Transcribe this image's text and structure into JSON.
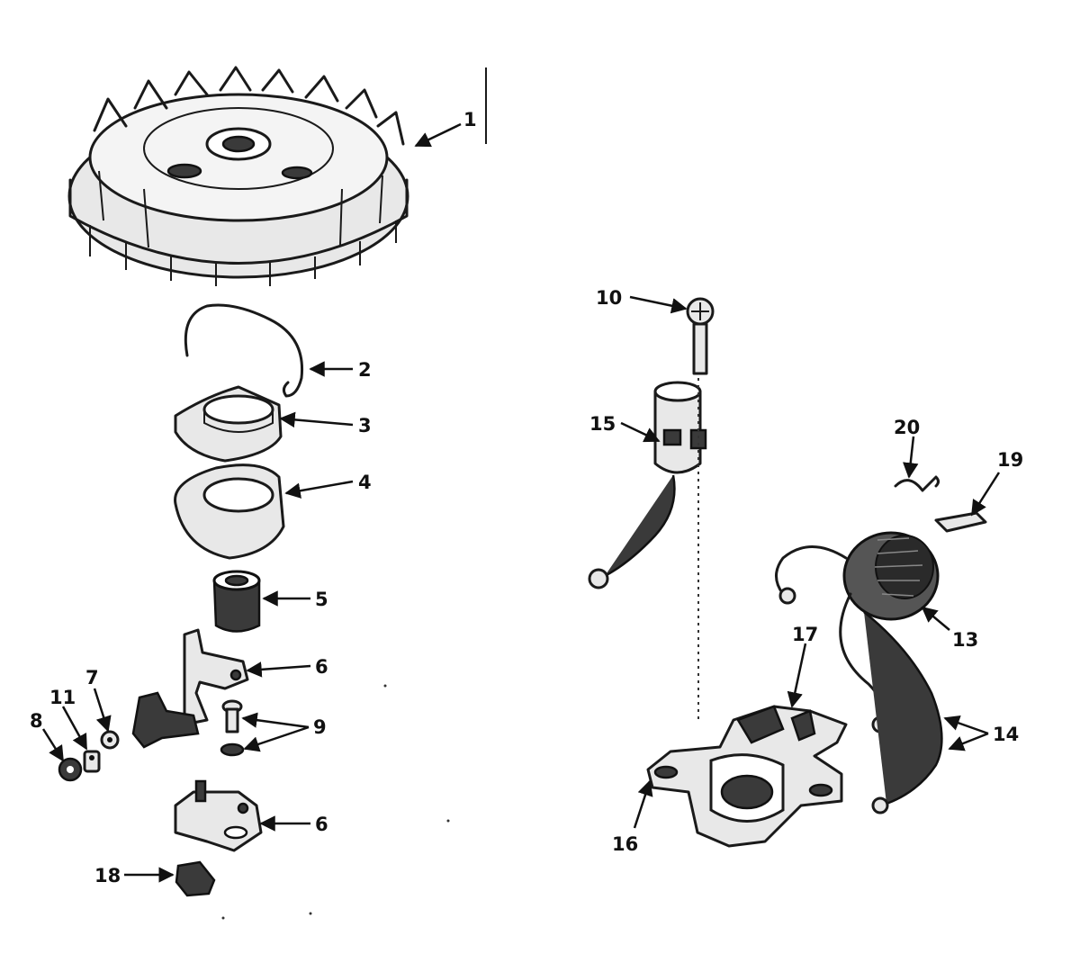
{
  "colors": {
    "ink": "#1a1a1a",
    "paper": "#ffffff",
    "shade": "#e8e8e8",
    "dark": "#3a3a3a"
  },
  "callouts": {
    "c1": "1",
    "c2": "2",
    "c3": "3",
    "c4": "4",
    "c5": "5",
    "c6a": "6",
    "c6b": "6",
    "c7": "7",
    "c8": "8",
    "c9": "9",
    "c10": "10",
    "c11": "11",
    "c13": "13",
    "c14": "14",
    "c15": "15",
    "c16": "16",
    "c17": "17",
    "c18": "18",
    "c19": "19",
    "c20": "20"
  }
}
